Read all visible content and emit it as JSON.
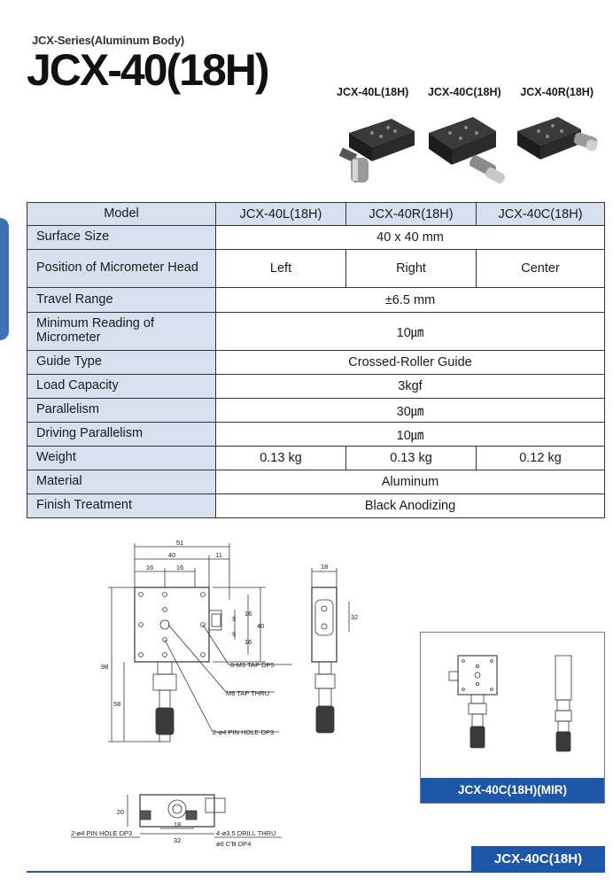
{
  "header": {
    "series": "JCX-Series(Aluminum Body)",
    "model": "JCX-40(18H)"
  },
  "variants": {
    "left": "JCX-40L(18H)",
    "center": "JCX-40C(18H)",
    "right": "JCX-40R(18H)"
  },
  "spec_table": {
    "header": [
      "Model",
      "JCX-40L(18H)",
      "JCX-40R(18H)",
      "JCX-40C(18H)"
    ],
    "rows": {
      "surface_size": {
        "label": "Surface Size",
        "value": "40 x 40 mm"
      },
      "micrometer_position": {
        "label": "Position of Micrometer Head",
        "values": [
          "Left",
          "Right",
          "Center"
        ]
      },
      "travel_range": {
        "label": "Travel Range",
        "value": "±6.5 mm"
      },
      "min_reading": {
        "label": "Minimum Reading of Micrometer",
        "value": "10㎛"
      },
      "guide_type": {
        "label": "Guide Type",
        "value": "Crossed-Roller Guide"
      },
      "load_capacity": {
        "label": "Load Capacity",
        "value": "3kgf"
      },
      "parallelism": {
        "label": "Parallelism",
        "value": "30㎛"
      },
      "driving_parallelism": {
        "label": "Driving Parallelism",
        "value": "10㎛"
      },
      "weight": {
        "label": "Weight",
        "values": [
          "0.13 kg",
          "0.13 kg",
          "0.12 kg"
        ]
      },
      "material": {
        "label": "Material",
        "value": "Aluminum"
      },
      "finish": {
        "label": "Finish Treatment",
        "value": "Black Anodizing"
      }
    }
  },
  "drawing": {
    "dims": {
      "w51": "51",
      "w40": "40",
      "w11": "11",
      "w16a": "16",
      "w16b": "16",
      "v9a": "9",
      "v9b": "9",
      "v16a": "16",
      "v16b": "16",
      "v40": "40",
      "h98": "98",
      "h58": "58",
      "side18": "18",
      "side32": "32",
      "b20": "20",
      "b18": "18",
      "b32": "32"
    },
    "callouts": {
      "tap_m3": "8-M3 TAP DP5",
      "tap_m6": "M6 TAP THRU",
      "pin_hole": "2-ø4 PIN HOLE DP3",
      "pin_hole_bottom": "2-ø4 PIN HOLE DP3",
      "drill": "4-ø3.5 DRILL THRU",
      "cbore": "ø6 C'B DP4"
    }
  },
  "mir": {
    "label": "JCX-40C(18H)(MIR)"
  },
  "footer": {
    "tag": "JCX-40C(18H)"
  }
}
